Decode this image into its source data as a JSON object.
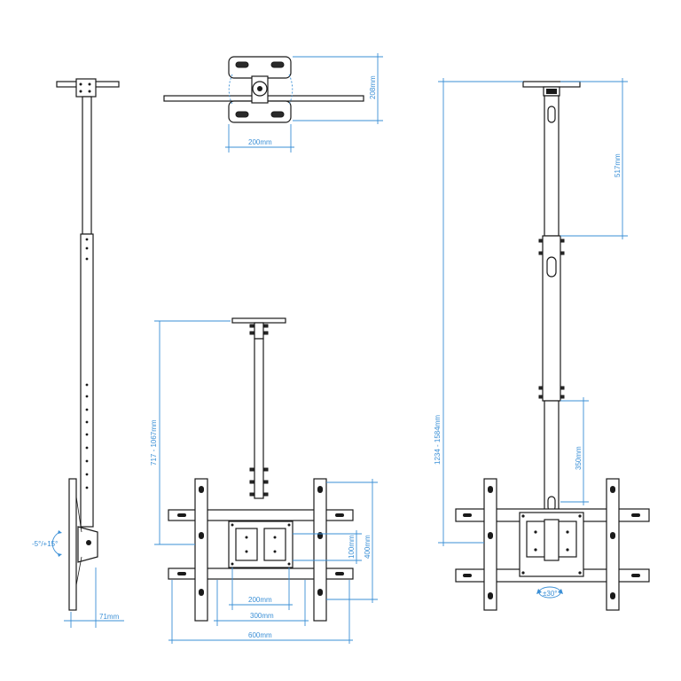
{
  "dimensions": {
    "side_tilt": "-5°/+15°",
    "side_offset": "71mm",
    "top_height": "208mm",
    "top_width": "200mm",
    "front_pole_range": "717 - 1067mm",
    "front_vesa_v_small": "100mm",
    "front_vesa_v_large": "400mm",
    "front_vesa_h_200": "200mm",
    "front_vesa_h_300": "300mm",
    "front_vesa_h_600": "600mm",
    "right_upper_length": "517mm",
    "right_total_range": "1234 - 1584mm",
    "right_lower_length": "350mm",
    "right_swivel": "±30°"
  }
}
